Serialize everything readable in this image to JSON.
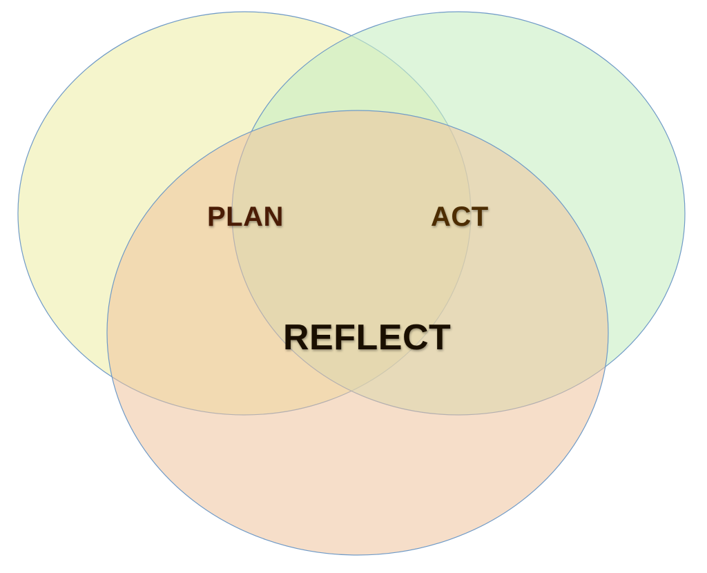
{
  "diagram": {
    "type": "venn",
    "circles": [
      {
        "id": "plan",
        "label": "PLAN",
        "fill": "#eeeeaa",
        "stroke": "#6f9ac7"
      },
      {
        "id": "act",
        "label": "ACT",
        "fill": "#c8eec3",
        "stroke": "#6f9ac7"
      },
      {
        "id": "reflect",
        "label": "REFLECT",
        "fill": "#efc29c",
        "stroke": "#6f9ac7"
      }
    ],
    "label_colors": {
      "plan": "#4a1c05",
      "act": "#4d2d02",
      "reflect": "#1a0f00"
    }
  }
}
